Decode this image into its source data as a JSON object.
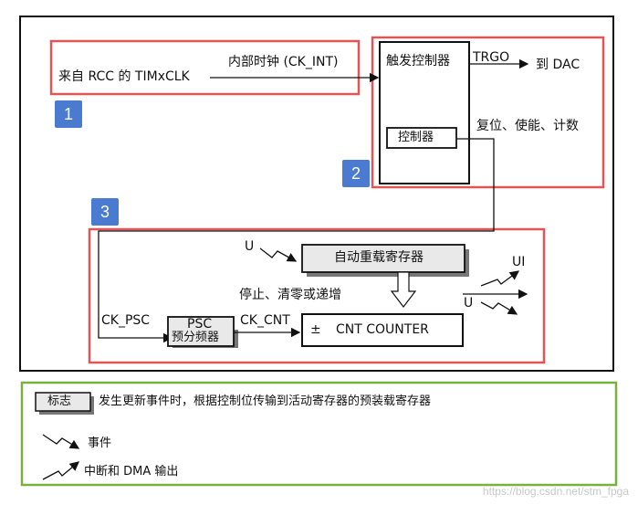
{
  "labels": {
    "source": "来自 RCC 的 TIMxCLK",
    "ck_int": "内部时钟 (CK_INT)",
    "trigger_controller": "触发控制器",
    "trgo": "TRGO",
    "to_dac": "到 DAC",
    "controller": "控制器",
    "reset_enable_count": "复位、使能、计数",
    "u_event": "U",
    "auto_reload": "自动重载寄存器",
    "ui": "UI",
    "u_out": "U",
    "stop_clear": "停止、清零或递增",
    "ck_psc": "CK_PSC",
    "psc": "PSC",
    "prescaler": "预分频器",
    "ck_cnt": "CK_CNT",
    "pm": "±",
    "cnt_counter": "CNT COUNTER"
  },
  "badges": [
    "1",
    "2",
    "3"
  ],
  "legend": {
    "tag": "标志",
    "description": "发生更新事件时，根据控制位传输到活动寄存器的预装载寄存器",
    "event": "事件",
    "interrupt_dma": "中断和 DMA 输出"
  },
  "watermark": "https://blog.csdn.net/stm_fpga",
  "colors": {
    "region_border": "#e05555",
    "legend_border": "#7ab03c",
    "badge": "#4a7bd0",
    "register_fill": "#e9e9e9"
  }
}
